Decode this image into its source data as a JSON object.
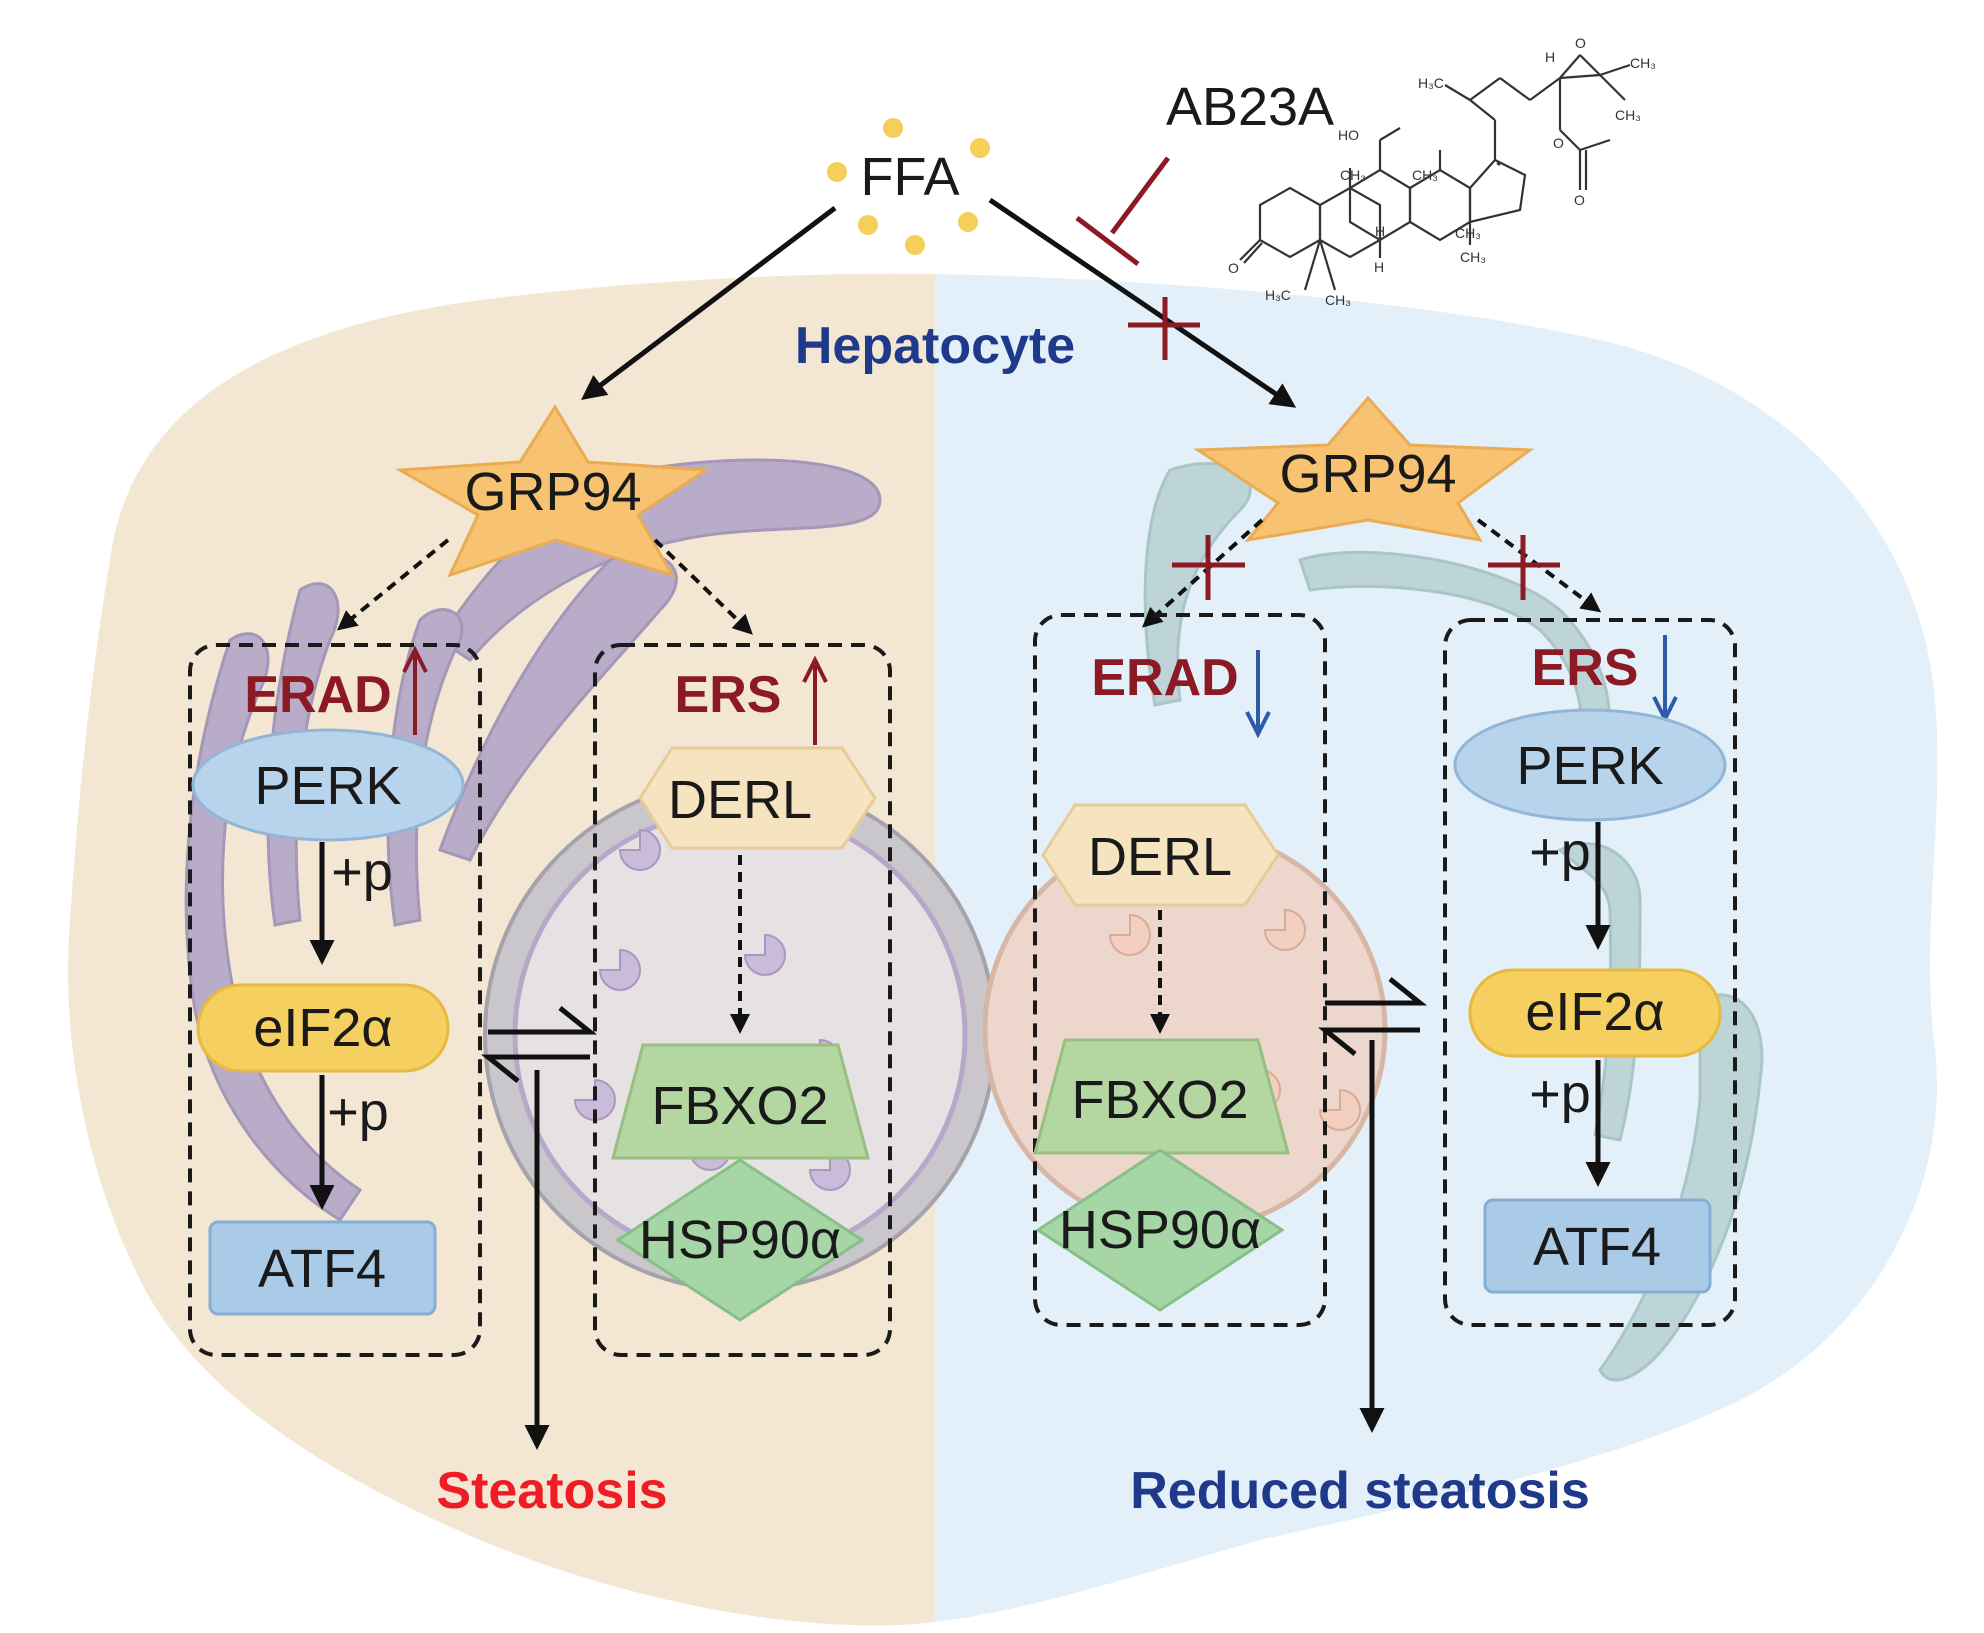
{
  "labels": {
    "ffa": "FFA",
    "ab23a": "AB23A",
    "hepatocyte": "Hepatocyte",
    "grp94": "GRP94",
    "erad": "ERAD",
    "ers": "ERS",
    "perk": "PERK",
    "eif2a": "eIF2α",
    "atf4": "ATF4",
    "derl": "DERL",
    "fbxo2": "FBXO2",
    "hsp90a": "HSP90α",
    "plus_p": "+p",
    "steatosis": "Steatosis",
    "reduced_steatosis": "Reduced steatosis"
  },
  "chem_labels": {
    "h3c_a": "H₃C",
    "h_top": "H",
    "ch3_a": "CH₃",
    "ch3_b": "CH₃",
    "ho": "HO",
    "ch3_c": "CH₃",
    "ch3_d": "CH₃",
    "h_mid": "H",
    "ch3_e": "CH₃",
    "ch3_f": "CH₃",
    "o_keto": "O",
    "h3c_b": "H₃C",
    "ch3_g": "CH₃",
    "h_low": "H",
    "o_ester": "O",
    "o_carb": "O",
    "o_epox": "O"
  },
  "colors": {
    "left_bg": "#f3e7d3",
    "right_bg": "#e4f0f9",
    "title_blue": "#1f3a8a",
    "dark_red": "#8b1a24",
    "bright_red": "#ee1c24",
    "down_blue": "#2e5aa8",
    "star": "#f7c272",
    "ellipse": "#b8d4ec",
    "pill": "#f5d060",
    "rect": "#a9cbe8",
    "hex": "#f6e3c0",
    "trap": "#b4d6a0",
    "diamond": "#a6d6a6"
  }
}
